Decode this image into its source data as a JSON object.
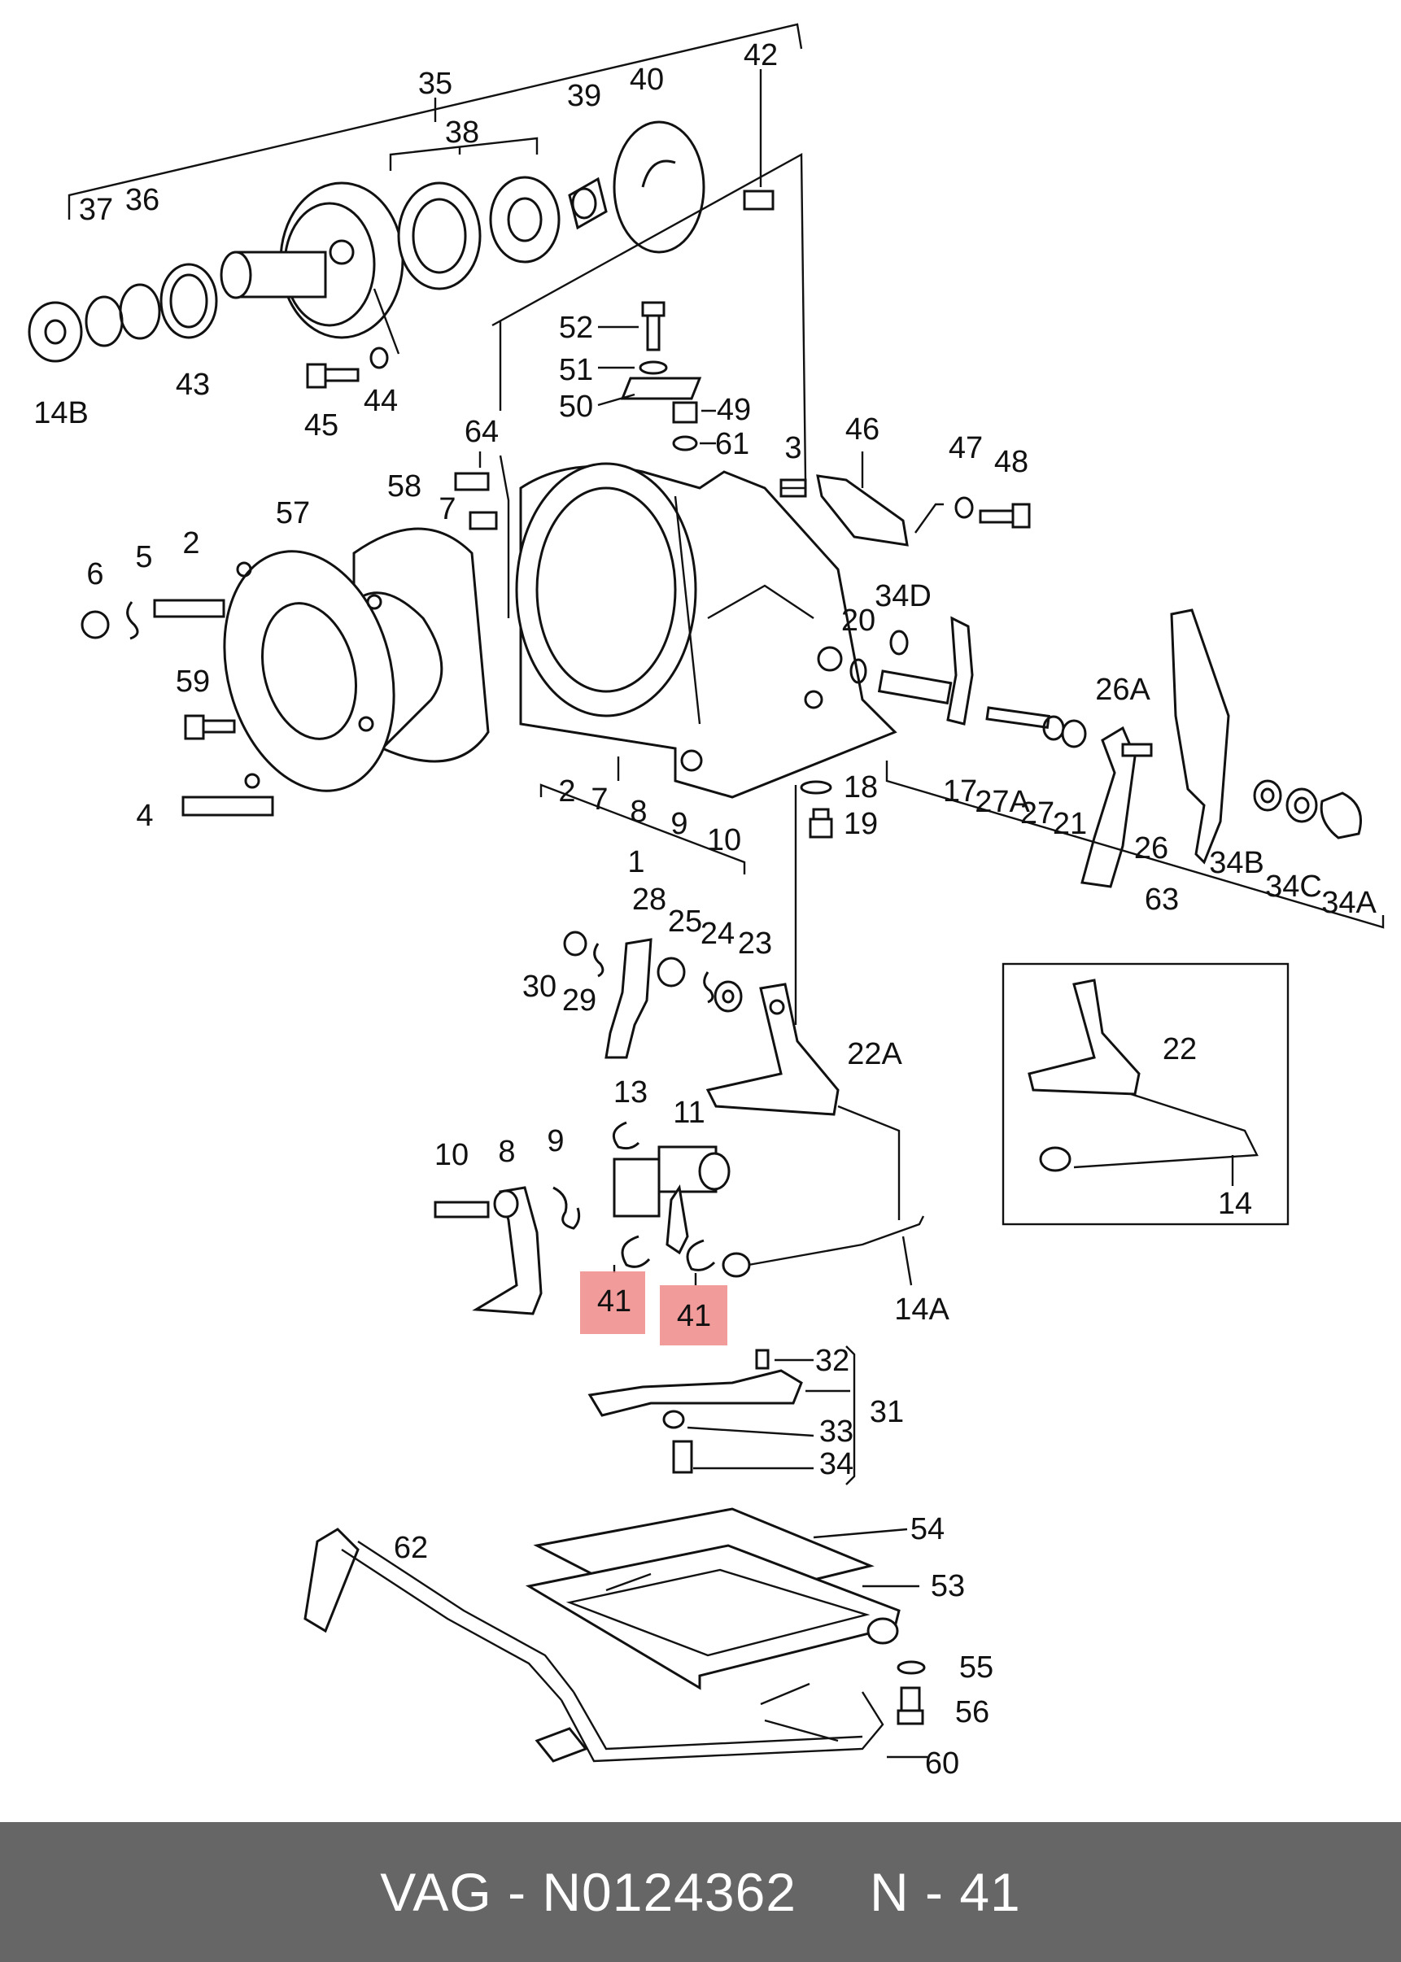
{
  "diagram": {
    "labels": [
      "35",
      "38",
      "39",
      "40",
      "42",
      "37",
      "36",
      "14B",
      "43",
      "45",
      "44",
      "52",
      "51",
      "50",
      "49",
      "61",
      "64",
      "3",
      "46",
      "47",
      "48",
      "58",
      "57",
      "7",
      "6",
      "5",
      "2",
      "59",
      "4",
      "34D",
      "20",
      "26A",
      "17",
      "27A",
      "27",
      "21",
      "26",
      "34B",
      "34C",
      "34A",
      "63",
      "18",
      "19",
      "2",
      "7",
      "8",
      "9",
      "10",
      "1",
      "28",
      "25",
      "24",
      "23",
      "30",
      "29",
      "22A",
      "22",
      "14",
      "13",
      "11",
      "10",
      "8",
      "9",
      "14A",
      "41",
      "41",
      "32",
      "31",
      "33",
      "34",
      "54",
      "62",
      "53",
      "55",
      "56",
      "60"
    ],
    "highlighted_label": "41",
    "highlight_color": "#f08a8a"
  },
  "footer": {
    "part_number": "VAG - N0124362",
    "position_ref": "N - 41",
    "background_color": "#666666"
  }
}
